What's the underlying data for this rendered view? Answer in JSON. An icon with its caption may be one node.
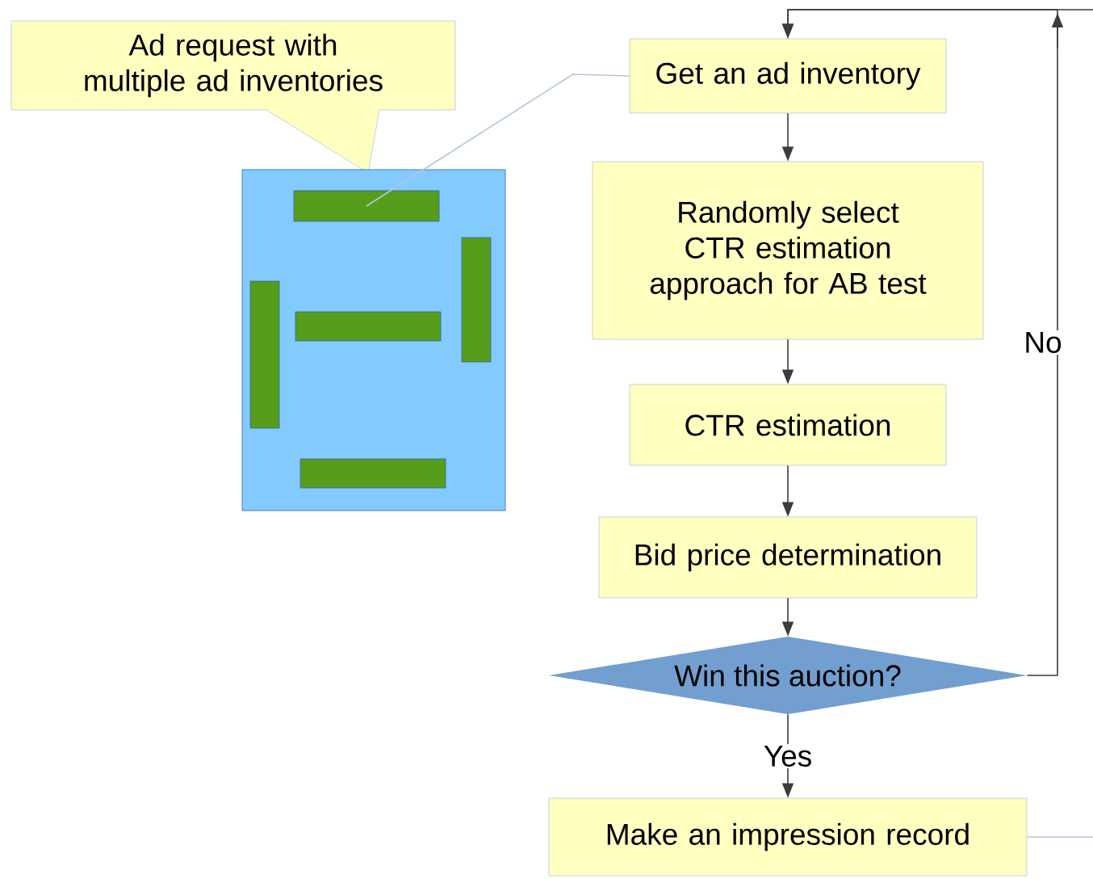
{
  "diagram": {
    "nodes": [
      {
        "text": [
          "Ad request with multiple ad inventories"
        ]
      },
      {
        "text": [],
        "shape": "box"
      },
      {
        "text": [],
        "shape": "bar",
        "in": 1
      },
      {
        "text": [],
        "shape": "bar",
        "in": 1
      },
      {
        "text": [],
        "shape": "bar",
        "in": 1
      },
      {
        "text": [],
        "shape": "bar",
        "in": 1
      },
      {
        "text": [],
        "shape": "bar",
        "in": 1
      },
      {
        "text": [
          "Get an ad inventory"
        ]
      },
      {
        "text": [
          "Randomly select CTR estimation approach for AB test"
        ]
      },
      {
        "text": [
          "CTR estimation"
        ]
      },
      {
        "text": [
          "Bid price determination"
        ]
      },
      {
        "text": [
          "Win this auction?"
        ]
      },
      {
        "text": [
          "Make an impression record"
        ]
      }
    ],
    "edges": [
      {
        "from": null,
        "to": 7,
        "arrow": "to"
      },
      {
        "from": 7,
        "to": 2,
        "arrow": "none",
        "color": "#b4c7dc"
      },
      {
        "from": 7,
        "to": 8,
        "arrow": "to"
      },
      {
        "from": 8,
        "to": 9,
        "arrow": "to"
      },
      {
        "from": 9,
        "to": 10,
        "arrow": "to"
      },
      {
        "from": 10,
        "to": 11,
        "arrow": "to"
      },
      {
        "from": 11,
        "to": 7,
        "arrow": "to",
        "label": "No"
      },
      {
        "from": 11,
        "to": 12,
        "arrow": "to",
        "label": "Yes"
      },
      {
        "from": 12,
        "to": null,
        "arrow": "none",
        "color": "#b4c7dc"
      }
    ]
  }
}
